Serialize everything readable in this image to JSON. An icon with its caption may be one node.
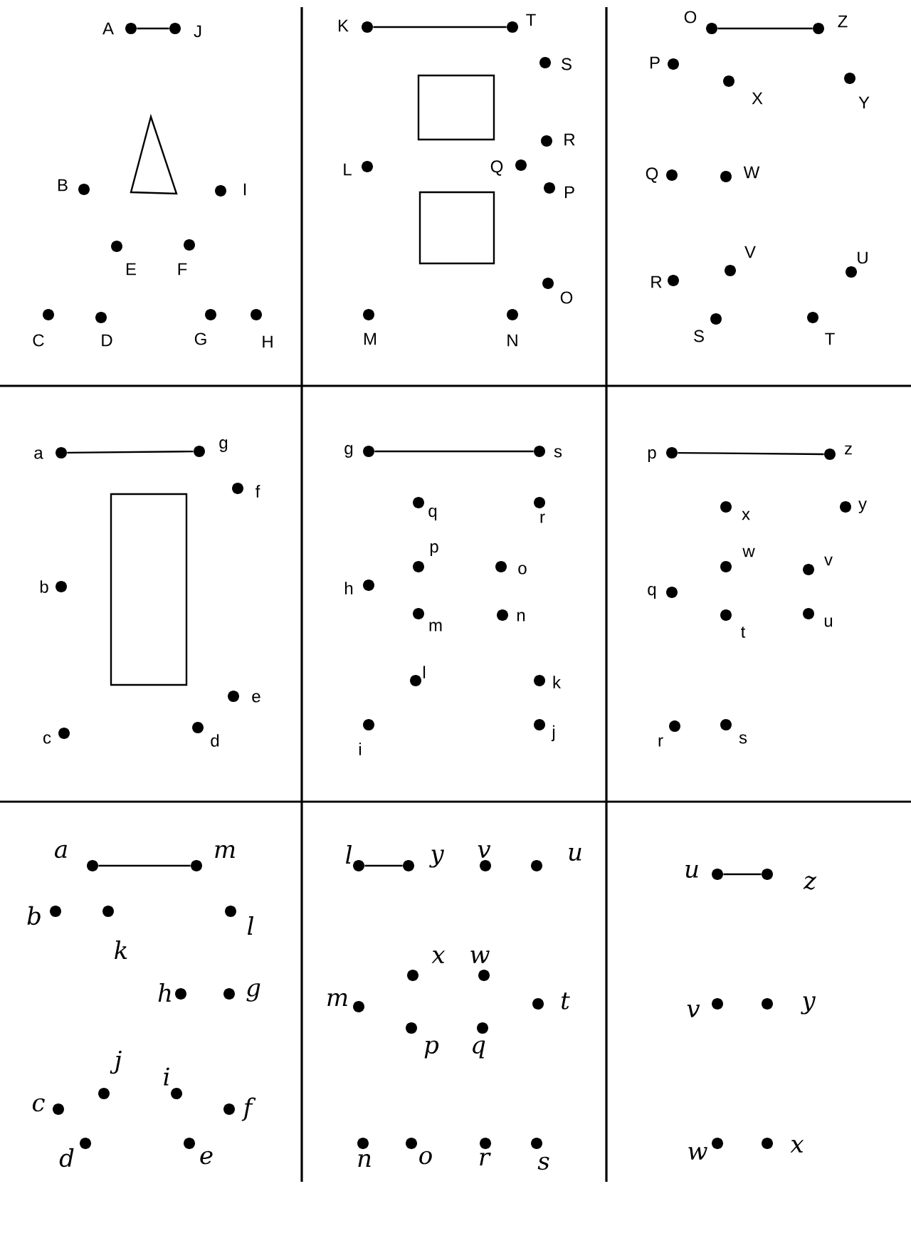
{
  "diagram": {
    "nodes": [
      {
        "text": [
          "A"
        ]
      },
      {
        "text": [
          "J"
        ]
      },
      {
        "text": [
          "B"
        ]
      },
      {
        "text": [
          "I"
        ]
      },
      {
        "text": [
          "E"
        ]
      },
      {
        "text": [
          "F"
        ]
      },
      {
        "text": [
          "C"
        ]
      },
      {
        "text": [
          "D"
        ]
      },
      {
        "text": [
          "G"
        ]
      },
      {
        "text": [
          "H"
        ]
      },
      {
        "text": [
          "K"
        ]
      },
      {
        "text": [
          "T"
        ]
      },
      {
        "text": [
          "S"
        ]
      },
      {
        "text": [
          "L"
        ]
      },
      {
        "text": [
          "Q"
        ]
      },
      {
        "text": [
          "R"
        ]
      },
      {
        "text": [
          "P"
        ]
      },
      {
        "text": [
          "O"
        ]
      },
      {
        "text": [
          "M"
        ]
      },
      {
        "text": [
          "N"
        ]
      },
      {
        "text": [
          "O"
        ]
      },
      {
        "text": [
          "Z"
        ]
      },
      {
        "text": [
          "P"
        ]
      },
      {
        "text": [
          "X"
        ]
      },
      {
        "text": [
          "Y"
        ]
      },
      {
        "text": [
          "Q"
        ]
      },
      {
        "text": [
          "W"
        ]
      },
      {
        "text": [
          "V"
        ]
      },
      {
        "text": [
          "U"
        ]
      },
      {
        "text": [
          "R"
        ]
      },
      {
        "text": [
          "S"
        ]
      },
      {
        "text": [
          "T"
        ]
      },
      {
        "text": [
          "a"
        ]
      },
      {
        "text": [
          "g"
        ]
      },
      {
        "text": [
          "f"
        ]
      },
      {
        "text": [
          "b"
        ]
      },
      {
        "text": [
          "e"
        ]
      },
      {
        "text": [
          "c"
        ]
      },
      {
        "text": [
          "d"
        ]
      },
      {
        "text": [
          "g"
        ]
      },
      {
        "text": [
          "s"
        ]
      },
      {
        "text": [
          "q"
        ]
      },
      {
        "text": [
          "r"
        ]
      },
      {
        "text": [
          "p"
        ]
      },
      {
        "text": [
          "h"
        ]
      },
      {
        "text": [
          "o"
        ]
      },
      {
        "text": [
          "m"
        ]
      },
      {
        "text": [
          "n"
        ]
      },
      {
        "text": [
          "l"
        ]
      },
      {
        "text": [
          "k"
        ]
      },
      {
        "text": [
          "i"
        ]
      },
      {
        "text": [
          "j"
        ]
      },
      {
        "text": [
          "p"
        ]
      },
      {
        "text": [
          "z"
        ]
      },
      {
        "text": [
          "x"
        ]
      },
      {
        "text": [
          "y"
        ]
      },
      {
        "text": [
          "w"
        ]
      },
      {
        "text": [
          "v"
        ]
      },
      {
        "text": [
          "q"
        ]
      },
      {
        "text": [
          "t"
        ]
      },
      {
        "text": [
          "u"
        ]
      },
      {
        "text": [
          "r"
        ]
      },
      {
        "text": [
          "s"
        ]
      },
      {
        "text": [
          "a"
        ]
      },
      {
        "text": [
          "m"
        ]
      },
      {
        "text": [
          "b"
        ]
      },
      {
        "text": [
          "k"
        ]
      },
      {
        "text": [
          "l"
        ]
      },
      {
        "text": [
          "h"
        ]
      },
      {
        "text": [
          "g"
        ]
      },
      {
        "text": [
          "j"
        ]
      },
      {
        "text": [
          "i"
        ]
      },
      {
        "text": [
          "c"
        ]
      },
      {
        "text": [
          "f"
        ]
      },
      {
        "text": [
          "d"
        ]
      },
      {
        "text": [
          "e"
        ]
      },
      {
        "text": [
          "l"
        ]
      },
      {
        "text": [
          "y"
        ]
      },
      {
        "text": [
          "v"
        ]
      },
      {
        "text": [
          "u"
        ]
      },
      {
        "text": [
          "x"
        ]
      },
      {
        "text": [
          "w"
        ]
      },
      {
        "text": [
          "m"
        ]
      },
      {
        "text": [
          "t"
        ]
      },
      {
        "text": [
          "p"
        ]
      },
      {
        "text": [
          "q"
        ]
      },
      {
        "text": [
          "n"
        ]
      },
      {
        "text": [
          "o"
        ]
      },
      {
        "text": [
          "r"
        ]
      },
      {
        "text": [
          "s"
        ]
      },
      {
        "text": [
          "u"
        ]
      },
      {
        "text": [
          "z"
        ]
      },
      {
        "text": [
          "v"
        ]
      },
      {
        "text": [
          "y"
        ]
      },
      {
        "text": [
          "w"
        ]
      },
      {
        "text": [
          "x"
        ]
      }
    ],
    "edges": [
      {
        "from": 0,
        "to": 1,
        "arrow": "none"
      },
      {
        "from": 10,
        "to": 11,
        "arrow": "none"
      },
      {
        "from": 20,
        "to": 21,
        "arrow": "none"
      },
      {
        "from": 32,
        "to": 33,
        "arrow": "none"
      },
      {
        "from": 39,
        "to": 40,
        "arrow": "none"
      },
      {
        "from": 52,
        "to": 53,
        "arrow": "none"
      },
      {
        "from": 63,
        "to": 64,
        "arrow": "none"
      },
      {
        "from": 76,
        "to": 77,
        "arrow": "none"
      },
      {
        "from": 90,
        "to": 91,
        "arrow": "none"
      }
    ]
  }
}
